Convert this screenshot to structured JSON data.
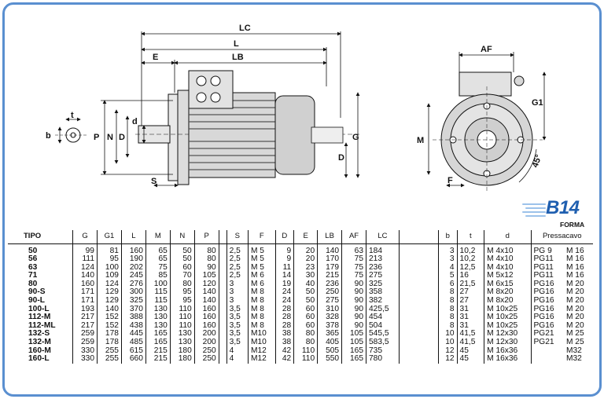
{
  "badge": {
    "code": "B14",
    "label": "FORMA"
  },
  "dimension_labels": {
    "LC": "LC",
    "L": "L",
    "E": "E",
    "LB": "LB",
    "AF": "AF",
    "G1": "G1",
    "t": "t",
    "b": "b",
    "P": "P",
    "N": "N",
    "D": "D",
    "d": "d",
    "G": "G",
    "S": "S",
    "M": "M",
    "F": "F",
    "angle": "45°"
  },
  "table": {
    "headers": [
      "TIPO",
      "G",
      "G1",
      "L",
      "M",
      "N",
      "P",
      "S",
      "F",
      "D",
      "E",
      "LB",
      "AF",
      "LC",
      "b",
      "t",
      "d",
      "Pressacavo"
    ],
    "rows": [
      [
        "50",
        "99",
        "81",
        "160",
        "65",
        "50",
        "80",
        "2,5",
        "M  5",
        "9",
        "20",
        "140",
        "63",
        "184",
        "3",
        "10,2",
        "M  4x10",
        "PG  9",
        "M 16"
      ],
      [
        "56",
        "111",
        "95",
        "190",
        "65",
        "50",
        "80",
        "2,5",
        "M  5",
        "9",
        "20",
        "170",
        "75",
        "213",
        "3",
        "10,2",
        "M  4x10",
        "PG11",
        "M 16"
      ],
      [
        "63",
        "124",
        "100",
        "202",
        "75",
        "60",
        "90",
        "2,5",
        "M  5",
        "11",
        "23",
        "179",
        "75",
        "236",
        "4",
        "12,5",
        "M  4x10",
        "PG11",
        "M 16"
      ],
      [
        "71",
        "140",
        "109",
        "245",
        "85",
        "70",
        "105",
        "2,5",
        "M  6",
        "14",
        "30",
        "215",
        "75",
        "275",
        "5",
        "16",
        "M  5x12",
        "PG11",
        "M 16"
      ],
      [
        "80",
        "160",
        "124",
        "276",
        "100",
        "80",
        "120",
        "3",
        "M  6",
        "19",
        "40",
        "236",
        "90",
        "325",
        "6",
        "21,5",
        "M  6x15",
        "PG16",
        "M 20"
      ],
      [
        "90-S",
        "171",
        "129",
        "300",
        "115",
        "95",
        "140",
        "3",
        "M  8",
        "24",
        "50",
        "250",
        "90",
        "358",
        "8",
        "27",
        "M  8x20",
        "PG16",
        "M 20"
      ],
      [
        "90-L",
        "171",
        "129",
        "325",
        "115",
        "95",
        "140",
        "3",
        "M  8",
        "24",
        "50",
        "275",
        "90",
        "382",
        "8",
        "27",
        "M  8x20",
        "PG16",
        "M 20"
      ],
      [
        "100-L",
        "193",
        "140",
        "370",
        "130",
        "110",
        "160",
        "3,5",
        "M  8",
        "28",
        "60",
        "310",
        "90",
        "425,5",
        "8",
        "31",
        "M 10x25",
        "PG16",
        "M 20"
      ],
      [
        "112-M",
        "217",
        "152",
        "388",
        "130",
        "110",
        "160",
        "3,5",
        "M  8",
        "28",
        "60",
        "328",
        "90",
        "454",
        "8",
        "31",
        "M 10x25",
        "PG16",
        "M 20"
      ],
      [
        "112-ML",
        "217",
        "152",
        "438",
        "130",
        "110",
        "160",
        "3,5",
        "M  8",
        "28",
        "60",
        "378",
        "90",
        "504",
        "8",
        "31",
        "M 10x25",
        "PG16",
        "M 20"
      ],
      [
        "132-S",
        "259",
        "178",
        "445",
        "165",
        "130",
        "200",
        "3,5",
        "M10",
        "38",
        "80",
        "365",
        "105",
        "545,5",
        "10",
        "41,5",
        "M 12x30",
        "PG21",
        "M 25"
      ],
      [
        "132-M",
        "259",
        "178",
        "485",
        "165",
        "130",
        "200",
        "3,5",
        "M10",
        "38",
        "80",
        "405",
        "105",
        "583,5",
        "10",
        "41,5",
        "M 12x30",
        "PG21",
        "M 25"
      ],
      [
        "160-M",
        "330",
        "255",
        "615",
        "215",
        "180",
        "250",
        "4",
        "M12",
        "42",
        "110",
        "505",
        "165",
        "735",
        "12",
        "45",
        "M 16x36",
        "",
        "M32"
      ],
      [
        "160-L",
        "330",
        "255",
        "660",
        "215",
        "180",
        "250",
        "4",
        "M12",
        "42",
        "110",
        "550",
        "165",
        "780",
        "12",
        "45",
        "M 16x36",
        "",
        "M32"
      ]
    ]
  },
  "colors": {
    "frame": "#5a8fd0",
    "badge": "#1f5fb0",
    "badge_lines": "#9cc2ea"
  }
}
